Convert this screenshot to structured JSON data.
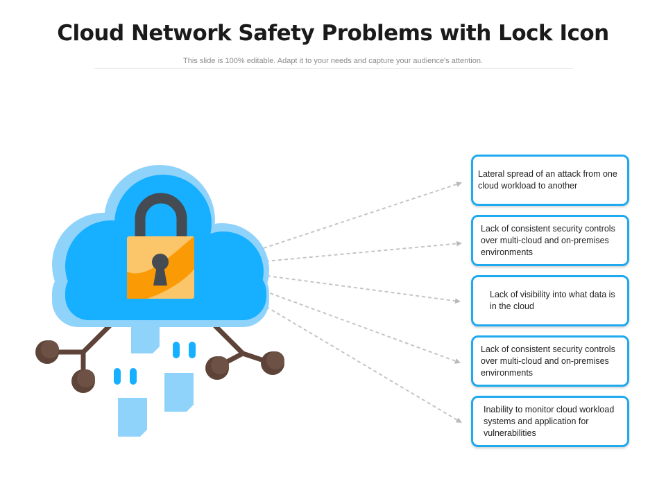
{
  "title": "Cloud Network Safety Problems with Lock Icon",
  "subtitle": "This slide is 100% editable. Adapt it to your needs and capture your audience's attention.",
  "problems": [
    "Lateral spread of an attack from one cloud workload to another",
    "Lack of consistent security controls over multi-cloud and on-premises environments",
    "Lack of visibility into what data is in the cloud",
    "Lack of consistent security controls over multi-cloud and on-premises environments",
    "Inability to monitor cloud workload systems and application for vulnerabilities"
  ],
  "icons": {
    "cloud": "cloud-icon",
    "lock": "padlock-icon",
    "network": "network-nodes-icon"
  },
  "colors": {
    "accent": "#1fa9ee",
    "cloud_light": "#8fd3fb",
    "cloud_main": "#17afff",
    "lock_body": "#fbc56a",
    "lock_accent": "#fa9a05",
    "node": "#5e4438"
  }
}
